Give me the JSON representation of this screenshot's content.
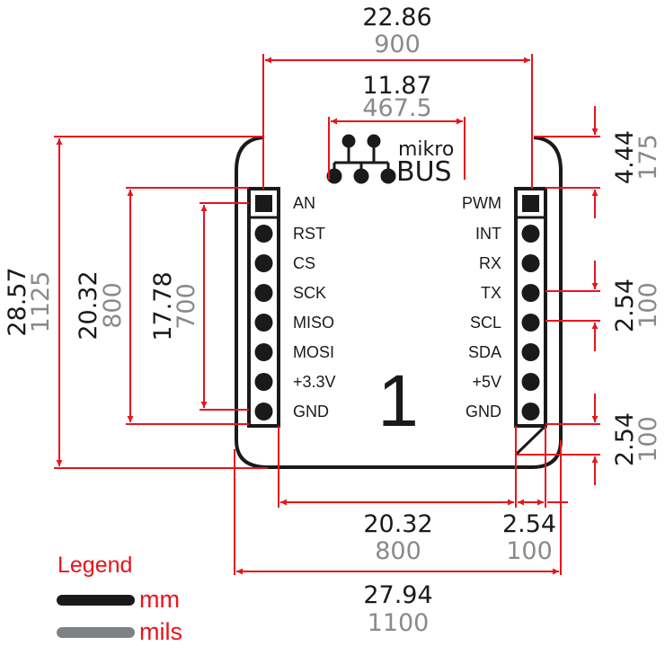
{
  "diagram": {
    "title": "mikroBUS socket dimensions",
    "logo": {
      "top": "mikro",
      "bottom": "BUS"
    },
    "slot_number": "1",
    "colors": {
      "dimension": "#e8141c",
      "mm": "#1a1a1a",
      "mils": "#8a8a8a",
      "outline": "#1a1a1a"
    },
    "left_pins": [
      "AN",
      "RST",
      "CS",
      "SCK",
      "MISO",
      "MOSI",
      "+3.3V",
      "GND"
    ],
    "right_pins": [
      "PWM",
      "INT",
      "RX",
      "TX",
      "SCL",
      "SDA",
      "+5V",
      "GND"
    ],
    "dimensions": {
      "top_width": {
        "mm": "22.86",
        "mils": "900"
      },
      "logo_width": {
        "mm": "11.87",
        "mils": "467.5"
      },
      "left_total_height": {
        "mm": "28.57",
        "mils": "1125"
      },
      "left_header_height": {
        "mm": "20.32",
        "mils": "800"
      },
      "left_pin_span": {
        "mm": "17.78",
        "mils": "700"
      },
      "right_top_offset": {
        "mm": "4.44",
        "mils": "175"
      },
      "right_pin_pitch": {
        "mm": "2.54",
        "mils": "100"
      },
      "right_bottom_offset": {
        "mm": "2.54",
        "mils": "100"
      },
      "bottom_header_spacing": {
        "mm": "20.32",
        "mils": "800"
      },
      "bottom_header_width": {
        "mm": "2.54",
        "mils": "100"
      },
      "bottom_total_width": {
        "mm": "27.94",
        "mils": "1100"
      }
    },
    "legend": {
      "title": "Legend",
      "items": [
        {
          "label": "mm",
          "color": "#1a1a1a"
        },
        {
          "label": "mils",
          "color": "#7f8285"
        }
      ]
    }
  }
}
